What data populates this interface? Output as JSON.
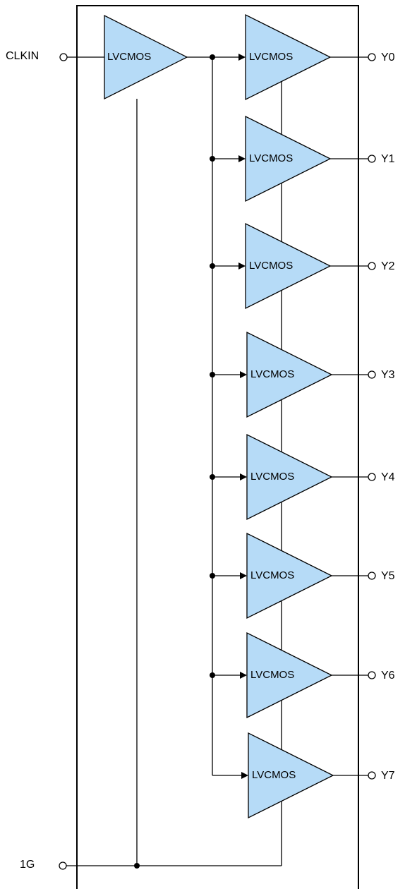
{
  "diagram": {
    "buffer_fill": "#b6dbf7",
    "buffer_stroke": "#000000",
    "input_buffer": {
      "label": "LVCMOS"
    },
    "input_pins": [
      {
        "name": "clkin",
        "label": "CLKIN"
      },
      {
        "name": "1g",
        "label": "1G"
      }
    ],
    "output_buffers": [
      {
        "label": "LVCMOS",
        "output": "Y0"
      },
      {
        "label": "LVCMOS",
        "output": "Y1"
      },
      {
        "label": "LVCMOS",
        "output": "Y2"
      },
      {
        "label": "LVCMOS",
        "output": "Y3"
      },
      {
        "label": "LVCMOS",
        "output": "Y4"
      },
      {
        "label": "LVCMOS",
        "output": "Y5"
      },
      {
        "label": "LVCMOS",
        "output": "Y6"
      },
      {
        "label": "LVCMOS",
        "output": "Y7"
      }
    ]
  }
}
